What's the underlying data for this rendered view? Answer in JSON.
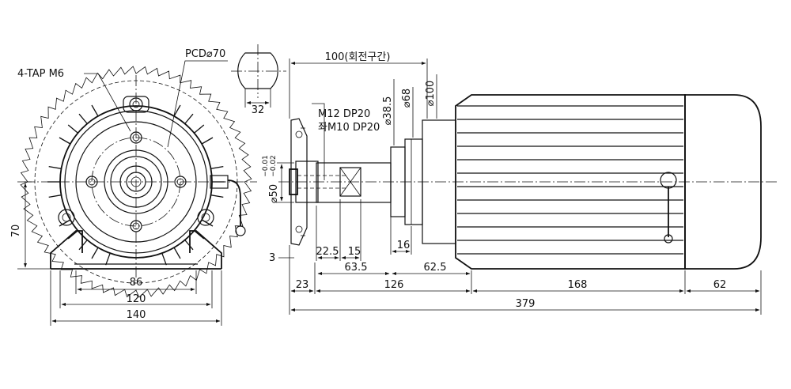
{
  "labels": {
    "tap": "4-TAP M6",
    "pcd": "PCD⌀70",
    "flat_width": "32",
    "height_70": "70",
    "width_86": "86",
    "width_120": "120",
    "width_140": "140",
    "rot_section": "100(회전구간)",
    "dia_38_5": "⌀38.5",
    "dia_68": "⌀68",
    "dia_100": "⌀100",
    "thread_m12": "M12 DP20",
    "thread_m10": "좌M10 DP20",
    "shaft_dia": "⌀50",
    "tol_upper": "−0.01",
    "tol_lower": "−0.02",
    "dim_3": "3",
    "dim_22_5": "22.5",
    "dim_15": "15",
    "dim_16": "16",
    "dim_63_5": "63.5",
    "dim_62_5a": "62.5",
    "dim_23": "23",
    "dim_126": "126",
    "dim_168": "168",
    "dim_62b": "62",
    "dim_379": "379"
  },
  "colors": {
    "line": "#111111",
    "background": "#ffffff"
  }
}
